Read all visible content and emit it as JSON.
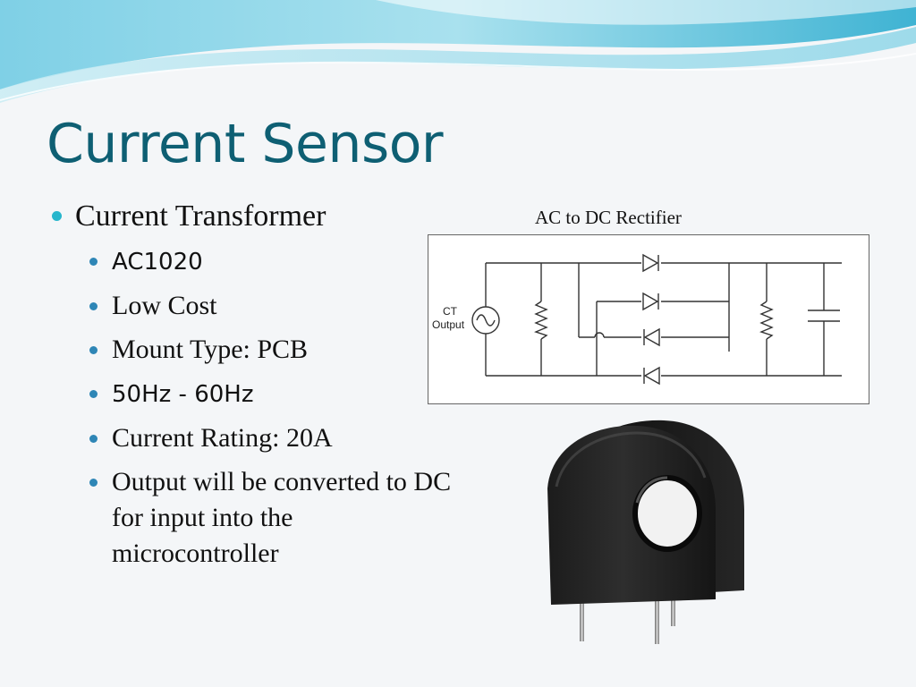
{
  "slide": {
    "title": "Current Sensor",
    "bullets": {
      "main": "Current Transformer",
      "sub": [
        "AC1020",
        "Low Cost",
        "Mount Type: PCB",
        "50Hz - 60Hz",
        "Current Rating: 20A",
        "Output will be converted to DC for input into the microcontroller"
      ]
    },
    "circuit": {
      "caption": "AC to DC Rectifier",
      "ct_label_line1": "CT",
      "ct_label_line2": "Output"
    },
    "colors": {
      "title": "#0e5f73",
      "bullet_level1": "#27b6cc",
      "bullet_level2": "#2e86b6",
      "background": "#f4f6f8"
    },
    "icons": [
      "ac-source-icon",
      "resistor-icon",
      "diode-icon",
      "capacitor-icon",
      "current-transformer-photo"
    ]
  }
}
